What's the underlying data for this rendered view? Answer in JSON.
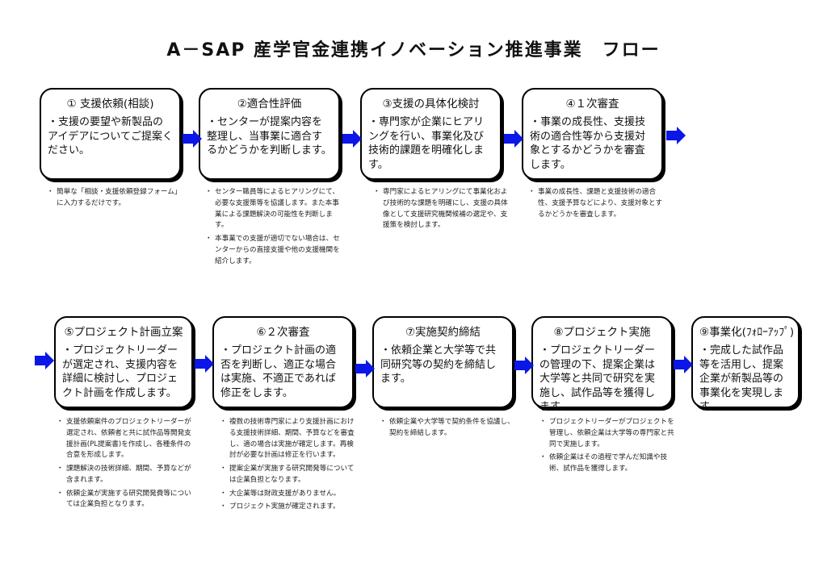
{
  "title": "A－SAP 産学官金連携イノベーション推進事業　フロー",
  "steps": [
    {
      "head": "①  支援依頼(相談)",
      "body": "・支援の要望や新製品のアイデアについてご提案ください。",
      "notes": [
        "簡単な「相談・支援依頼登録フォーム」に入力するだけです。"
      ]
    },
    {
      "head": "②適合性評価",
      "body": "・センターが提案内容を整理し、当事業に適合するかどうかを判断します。",
      "notes": [
        "センター職員等によるヒアリングにて、必要な支援策等を協議します。また本事業による課題解決の可能性を判断します。",
        "本事業での支援が適切でない場合は、センターからの直接支援や他の支援機関を紹介します。"
      ]
    },
    {
      "head": "③支援の具体化検討",
      "body": "・専門家が企業にヒアリングを行い、事業化及び技術的課題を明確化します。",
      "notes": [
        "専門家によるヒアリングにて事業化および技術的な課題を明確にし、支援の具体像として支援研究機関候補の選定や、支援策を検討します。"
      ]
    },
    {
      "head": "④１次審査",
      "body": "・事業の成長性、支援技術の適合性等から支援対象とするかどうかを審査します。",
      "notes": [
        "事業の成長性、課題と支援技術の適合性、支援予算などにより、支援対象とするかどうかを審査します。"
      ]
    },
    {
      "head": "⑤プロジェクト計画立案",
      "body": "・プロジェクトリーダーが選定され、支援内容を詳細に検討し、プロジェクト計画を作成します。",
      "notes": [
        "支援依頼案件のプロジェクトリーダーが選定され、依頼者と共に試作品等開発支援計画(PL提案書)を作成し、各種条件の合意を形成します。",
        "課題解決の技術詳細、期間、予算などが含まれます。",
        "依頼企業が実施する研究開発費等については企業負担となります。"
      ]
    },
    {
      "head": "⑥２次審査",
      "body": "・プロジェクト計画の適否を判断し、適正な場合は実施、不適正であれば修正をします。",
      "notes": [
        "複数の技術専門家により支援計画における支援技術詳細、期間、予算などを審査し、適の場合は実施が確定します。再検討が必要な計画は修正を行います。",
        "提案企業が実施する研究開発等については企業負担となります。",
        "大企業等は財政支援がありません。",
        "プロジェクト実施が確定されます。"
      ]
    },
    {
      "head": "⑦実施契約締結",
      "body": "・依頼企業と大学等で共同研究等の契約を締結します。",
      "notes": [
        "依頼企業や大学等で契約条件を協議し、契約を締結します。"
      ]
    },
    {
      "head": "⑧プロジェクト実施",
      "body": "・プロジェクトリーダーの管理の下、提案企業は大学等と共同で研究を実施し、試作品等を獲得します。",
      "notes": [
        "プロジェクトリーダーがプロジェクトを管理し、依頼企業は大学等の専門家と共同で実施します。",
        "依頼企業はその過程で学んだ知識や技術、試作品を獲得します。"
      ]
    },
    {
      "head": "⑨事業化(ﾌｫﾛｰｱｯﾌﾟ)",
      "body": "・完成した試作品等を活用し、提案企業が新製品等の事業化を実現します。",
      "notes": []
    }
  ],
  "colors": {
    "arrow": "#0a17e6",
    "border": "#000000"
  }
}
